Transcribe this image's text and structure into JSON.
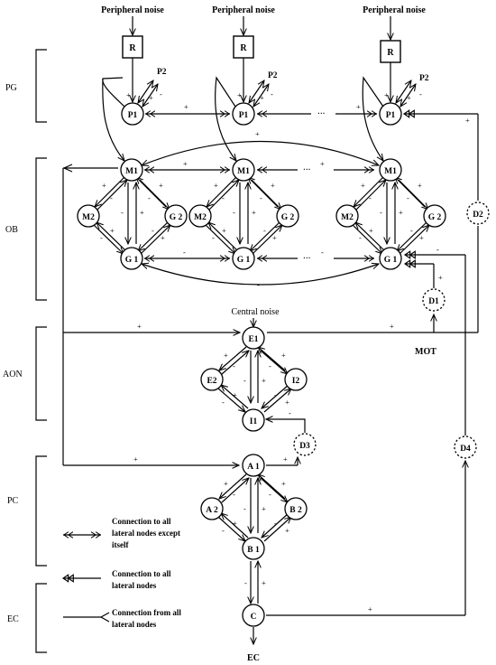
{
  "regions": {
    "pg": "PG",
    "ob": "OB",
    "aon": "AON",
    "pc": "PC",
    "ec": "EC"
  },
  "inputs": {
    "peripheral_noise": "Peripheral noise",
    "central_noise": "Central noise"
  },
  "nodes": {
    "R": "R",
    "P1": "P1",
    "P2": "P2",
    "M1": "M1",
    "M2": "M2",
    "G1": "G 1",
    "G2": "G 2",
    "E1": "E1",
    "E2": "E2",
    "I1": "I1",
    "I2": "I2",
    "A1": "A 1",
    "A2": "A 2",
    "B1": "B 1",
    "B2": "B 2",
    "C": "C",
    "D1": "D1",
    "D2": "D2",
    "D3": "D3",
    "D4": "D4"
  },
  "labels": {
    "mot": "MOT",
    "ec_out": "EC",
    "ellipsis": "···"
  },
  "signs": {
    "plus": "+",
    "minus": "-"
  },
  "legend": {
    "bidirectional": [
      "Connection to all",
      "lateral nodes except",
      "itself"
    ],
    "to_all": [
      "Connection to all",
      "lateral nodes"
    ],
    "from_all": [
      "Connection from all",
      "lateral nodes"
    ]
  }
}
